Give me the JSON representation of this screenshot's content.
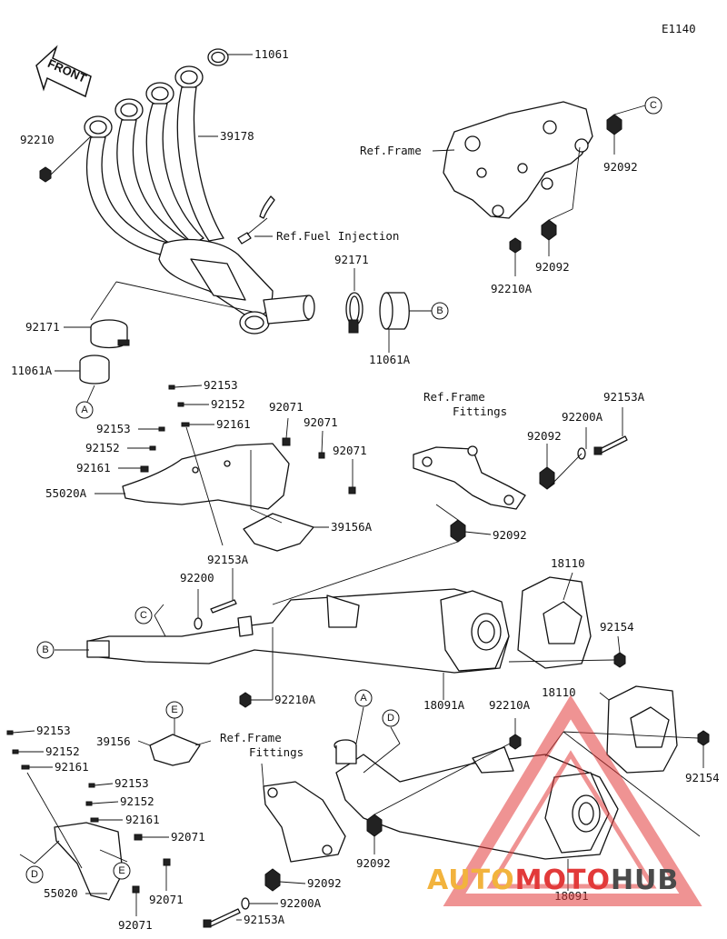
{
  "diagram_code": "E1140",
  "front_label": "FRONT",
  "circle_refs": {
    "A": "A",
    "B": "B",
    "C": "C",
    "D": "D",
    "E": "E"
  },
  "labels": {
    "p11061": "11061",
    "p39178": "39178",
    "p92210_top": "92210",
    "ref_fuel": "Ref.Fuel Injection",
    "p92171_mid": "92171",
    "p11061A_mid": "11061A",
    "p92171_left": "92171",
    "p11061A_left": "11061A",
    "ref_frame_top": "Ref.Frame",
    "p92092_c": "92092",
    "p92092_top2": "92092",
    "p92210A_top": "92210A",
    "ref_frame_fittings_1": "Ref.Frame",
    "fittings_1": "Fittings",
    "p92153A_top": "92153A",
    "p92200A_top": "92200A",
    "p92092_mid": "92092",
    "p92092_bracket": "92092",
    "p92153_a": "92153",
    "p92152_a": "92152",
    "p92161_a": "92161",
    "p92153_b": "92153",
    "p92152_b": "92152",
    "p92161_b": "92161",
    "p55020A": "55020A",
    "p92071_a": "92071",
    "p92071_b": "92071",
    "p92071_c": "92071",
    "p39156A": "39156A",
    "p92153A_mid": "92153A",
    "p92200": "92200",
    "p18110_top": "18110",
    "p92154_top": "92154",
    "p92210A_mid": "92210A",
    "p18091A": "18091A",
    "p92210A_low": "92210A",
    "p18110_low": "18110",
    "p92154_low": "92154",
    "p92153_c": "92153",
    "p92152_c": "92152",
    "p92161_c": "92161",
    "p39156": "39156",
    "ref_frame_fittings_2": "Ref.Frame",
    "fittings_2": "Fittings",
    "p92153_d": "92153",
    "p92152_d": "92152",
    "p92161_d": "92161",
    "p92071_d": "92071",
    "p92071_e": "92071",
    "p55020": "55020",
    "p92071_f": "92071",
    "p92092_low": "92092",
    "p92092_low2": "92092",
    "p92200A_low": "92200A",
    "p92153A_low": "92153A",
    "p18091": "18091"
  },
  "watermark": {
    "auto": "AUTO",
    "moto": "MOTO",
    "hub": "HUB",
    "auto_color": "#f2b33d",
    "moto_color": "#e23a3a",
    "hub_color": "#4a4a4a"
  }
}
